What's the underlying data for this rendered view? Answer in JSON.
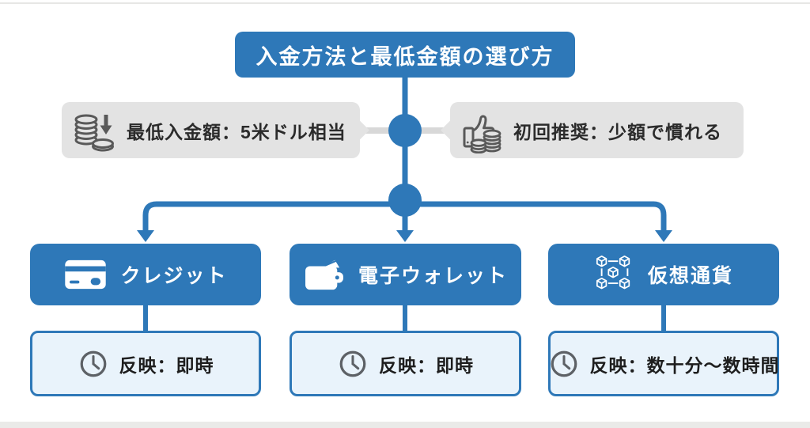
{
  "diagram": {
    "title": "入金方法と最低金額の選び方",
    "notes": [
      {
        "icon": "coins-arrow-down-icon",
        "label": "最低入金額：5米ドル相当"
      },
      {
        "icon": "thumbs-up-coins-icon",
        "label": "初回推奨：少額で慣れる"
      }
    ],
    "branches": [
      {
        "icon": "credit-card-icon",
        "label": "クレジット",
        "detail": {
          "icon": "clock-icon",
          "label": "反映：即時"
        }
      },
      {
        "icon": "wallet-icon",
        "label": "電子ウォレット",
        "detail": {
          "icon": "clock-icon",
          "label": "反映：即時"
        }
      },
      {
        "icon": "blockchain-icon",
        "label": "仮想通貨",
        "detail": {
          "icon": "clock-icon",
          "label": "反映：数十分〜数時間"
        }
      }
    ],
    "colors": {
      "primary_blue": "#2e78b8",
      "detail_fill": "#e9f3fb",
      "note_gray": "#e3e3e3",
      "connector_gray": "#d8d8d8",
      "icon_gray": "#595959",
      "text_dark": "#2b2b2b"
    }
  }
}
